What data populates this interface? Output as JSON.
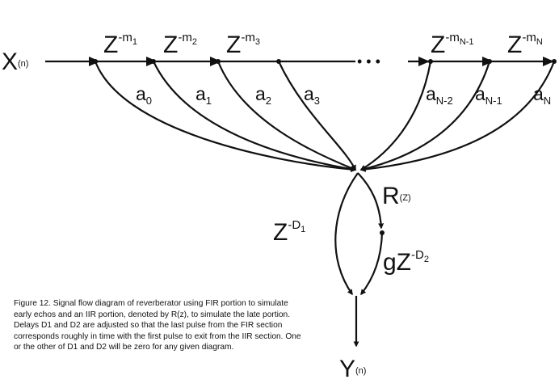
{
  "input": {
    "base": "X",
    "sub": "(n)"
  },
  "output": {
    "base": "Y",
    "sub": "(n)"
  },
  "delays": [
    {
      "base": "Z",
      "exp": "-m",
      "expsub": "1"
    },
    {
      "base": "Z",
      "exp": "-m",
      "expsub": "2"
    },
    {
      "base": "Z",
      "exp": "-m",
      "expsub": "3"
    },
    {
      "base": "Z",
      "exp": "-m",
      "expsub": "N-1"
    },
    {
      "base": "Z",
      "exp": "-m",
      "expsub": "N"
    }
  ],
  "ellipsis": "• • •",
  "coefficients": [
    {
      "base": "a",
      "sub": "0"
    },
    {
      "base": "a",
      "sub": "1"
    },
    {
      "base": "a",
      "sub": "2"
    },
    {
      "base": "a",
      "sub": "3"
    },
    {
      "base": "a",
      "sub": "N-2"
    },
    {
      "base": "a",
      "sub": "N-1"
    },
    {
      "base": "a",
      "sub": "N"
    }
  ],
  "iir": {
    "r": {
      "base": "R",
      "sub": "(Z)"
    },
    "d1": {
      "base": "Z",
      "exp": "-D",
      "expsub": "1"
    },
    "gain": {
      "base": "gZ",
      "exp": "-D",
      "expsub": "2"
    }
  },
  "caption": "Figure 12. Signal flow diagram of reverberator using FIR portion to simulate early echos and an IIR portion, denoted by R(z), to simulate the late portion. Delays D1 and D2 are adjusted so that the last pulse from the FIR section corresponds roughly in time with the first pulse to exit from the IIR section. One or the other of D1 and D2 will be zero for any given diagram."
}
